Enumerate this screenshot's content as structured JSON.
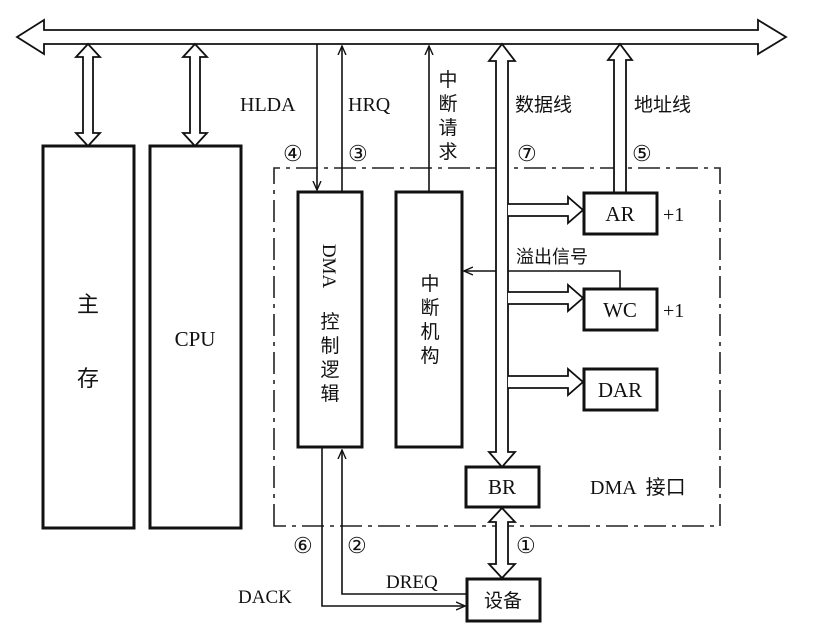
{
  "diagram": {
    "title": "DMA interface data transfer",
    "blocks": {
      "main_memory": {
        "chars": [
          "主",
          "存"
        ]
      },
      "cpu": "CPU",
      "dma_control": {
        "prefix": "DMA",
        "chars": [
          "控",
          "制",
          "逻",
          "辑"
        ]
      },
      "interrupt_unit": {
        "chars": [
          "中",
          "断",
          "机",
          "构"
        ]
      },
      "ar": "AR",
      "wc": "WC",
      "dar": "DAR",
      "br": "BR",
      "device": "设备"
    },
    "labels": {
      "hlda": "HLDA",
      "hrq": "HRQ",
      "interrupt_request": [
        "中",
        "断",
        "请",
        "求"
      ],
      "data_line": "数据线",
      "address_line": "地址线",
      "overflow_signal": "溢出信号",
      "ar_increment": "+1",
      "wc_increment": "+1",
      "dma_interface": "DMA  接口",
      "dack": "DACK",
      "dreq": "DREQ"
    },
    "steps": {
      "s1": "①",
      "s2": "②",
      "s3": "③",
      "s4": "④",
      "s5": "⑤",
      "s6": "⑥",
      "s7": "⑦"
    }
  }
}
